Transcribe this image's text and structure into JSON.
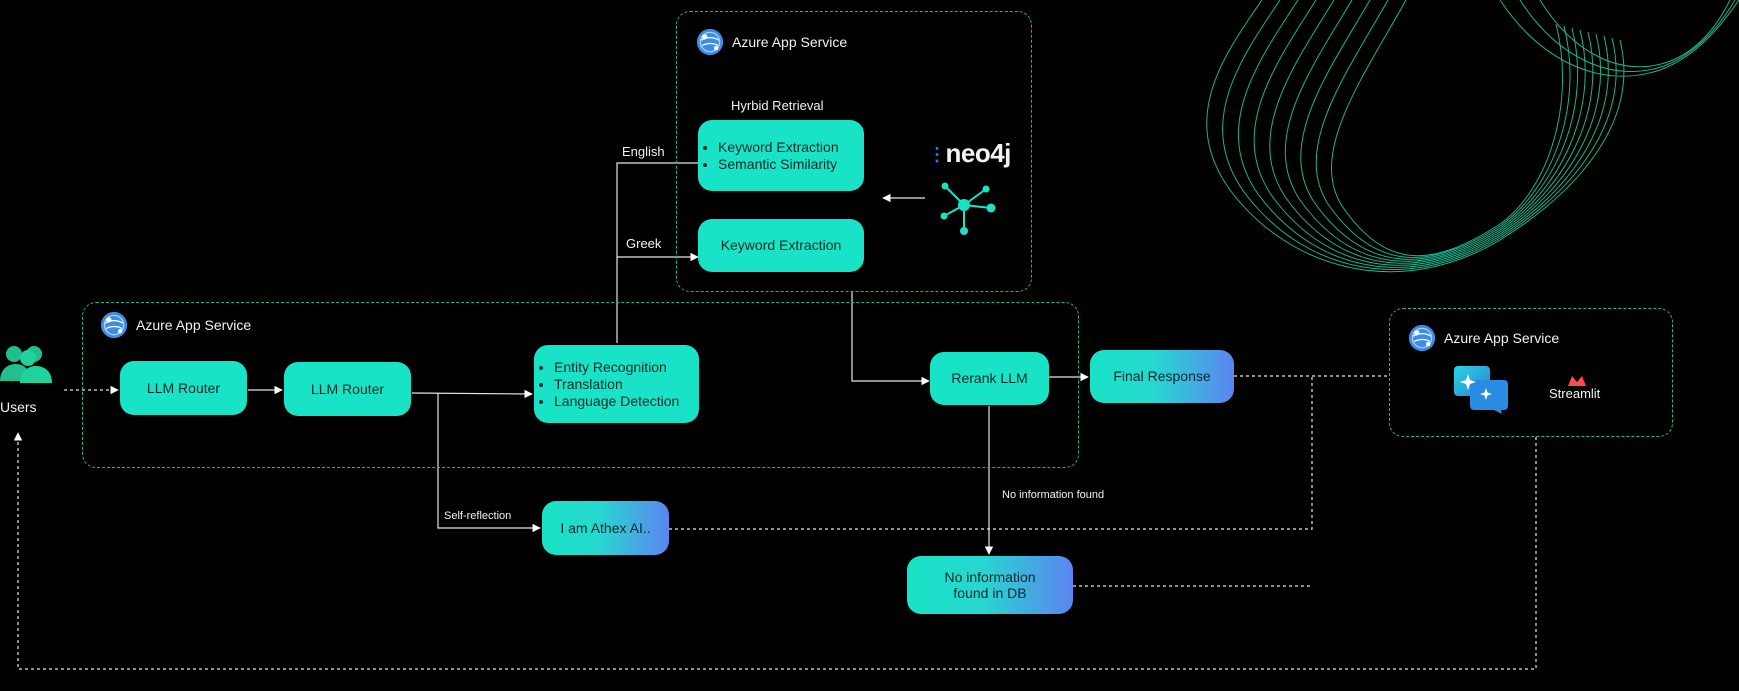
{
  "users_label": "Users",
  "regions": {
    "top": "Azure App Service",
    "main": "Azure App Service",
    "frontend": "Azure App Service"
  },
  "retrieval_title": "Hyrbid Retrieval",
  "nodes": {
    "llm_router_1": "LLM Router",
    "llm_router_2": "LLM Router",
    "nlp": [
      "Entity Recognition",
      "Translation",
      "Language Detection"
    ],
    "hybrid": [
      "Keyword Extraction",
      "Semantic Similarity"
    ],
    "keyword": "Keyword Extraction",
    "rerank": "Rerank LLM",
    "final": "Final Response",
    "athex": "I am Athex AI..",
    "noinfo": "No information found in DB"
  },
  "edge_labels": {
    "english": "English",
    "greek": "Greek",
    "self_reflection": "Self-reflection",
    "no_info": "No information found"
  },
  "logos": {
    "neo4j": "neo4j",
    "streamlit": "Streamlit"
  },
  "colors": {
    "node": "#19e3c6",
    "accent_blue": "#5c84f2",
    "dashed_border": "#1fb894",
    "background": "#000000"
  }
}
